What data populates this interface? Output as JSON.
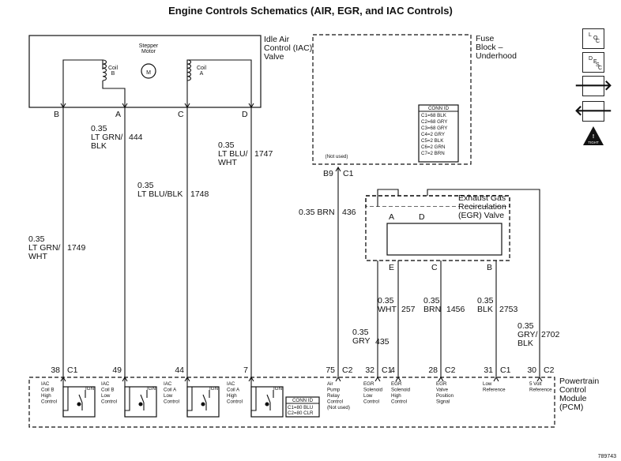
{
  "title": "Engine Controls Schematics (AIR, EGR, and IAC Controls)",
  "figure_number": "789743",
  "side_buttons": {
    "loc": [
      "L",
      "O",
      "C"
    ],
    "desc": [
      "D",
      "E",
      "S",
      "C"
    ],
    "next_symbol": "🡒",
    "prev_symbol": "🡐",
    "warning_text": "TIGHT"
  },
  "iac": {
    "title": [
      "Idle Air",
      "Control (IAC)",
      "Valve"
    ],
    "motor_label": [
      "Stepper",
      "Motor"
    ],
    "motor_symbol": "M",
    "coil_b": [
      "Coil",
      "B"
    ],
    "coil_a": [
      "Coil",
      "A"
    ],
    "pins": [
      "B",
      "A",
      "C",
      "D"
    ]
  },
  "fuse": {
    "title": [
      "Fuse",
      "Block –",
      "Underhood"
    ],
    "conn_header": "CONN ID",
    "conn_rows": [
      "C1=68 BLK",
      "C2=68 GRY",
      "C3=68 GRY",
      "C4=2 GRY",
      "C5=2 BLK",
      "C6=2 GRN",
      "C7=2 BRN"
    ],
    "not_used": "(Not used)",
    "pin": "B9",
    "conn": "C1"
  },
  "egr": {
    "title": [
      "Exhaust Gas",
      "Recirculation",
      "(EGR) Valve"
    ],
    "top_pins": [
      "A",
      "D"
    ],
    "bottom_pins": [
      "E",
      "C",
      "B"
    ]
  },
  "wires": {
    "w1749": [
      "0.35",
      "LT GRN/",
      "WHT",
      "1749"
    ],
    "w444": [
      "0.35",
      "LT GRN/",
      "BLK",
      "444"
    ],
    "w1748": [
      "0.35",
      "LT BLU/BLK",
      "1748"
    ],
    "w1747": [
      "0.35",
      "LT BLU/",
      "WHT",
      "1747"
    ],
    "w436": [
      "0.35 BRN",
      "436"
    ],
    "w435": [
      "0.35",
      "GRY",
      "435"
    ],
    "w257": [
      "0.35",
      "WHT",
      "257"
    ],
    "w1456": [
      "0.35",
      "BRN",
      "1456"
    ],
    "w2753": [
      "0.35",
      "BLK",
      "2753"
    ],
    "w2702": [
      "0.35",
      "GRY/",
      "BLK",
      "2702"
    ]
  },
  "pcm": {
    "title": [
      "Powertrain",
      "Control",
      "Module",
      "(PCM)"
    ],
    "pins": [
      {
        "pin": "38",
        "conn": "C1"
      },
      {
        "pin": "49",
        "conn": ""
      },
      {
        "pin": "44",
        "conn": ""
      },
      {
        "pin": "7",
        "conn": ""
      },
      {
        "pin": "75",
        "conn": "C2"
      },
      {
        "pin": "32",
        "conn": "C1"
      },
      {
        "pin": "4",
        "conn": ""
      },
      {
        "pin": "28",
        "conn": "C2"
      },
      {
        "pin": "31",
        "conn": "C1"
      },
      {
        "pin": "30",
        "conn": "C2"
      }
    ],
    "ign": "IGN",
    "circuits": [
      [
        "IAC",
        "Coil B",
        "High",
        "Control"
      ],
      [
        "IAC",
        "Coil B",
        "Low",
        "Control"
      ],
      [
        "IAC",
        "Coil A",
        "Low",
        "Control"
      ],
      [
        "IAC",
        "Coil A",
        "High",
        "Control"
      ],
      [
        "Air",
        "Pump",
        "Relay",
        "Control",
        "(Not used)"
      ],
      [
        "EGR",
        "Solenoid",
        "Low",
        "Control"
      ],
      [
        "EGR",
        "Solenoid",
        "High",
        "Control"
      ],
      [
        "EGR",
        "Valve",
        "Position",
        "Signal"
      ],
      [
        "Low",
        "Reference"
      ],
      [
        "5 Volt",
        "Reference"
      ]
    ],
    "conn_header": "CONN ID",
    "conn_rows": [
      "C1=80 BLU",
      "C2=80 CLR"
    ]
  }
}
